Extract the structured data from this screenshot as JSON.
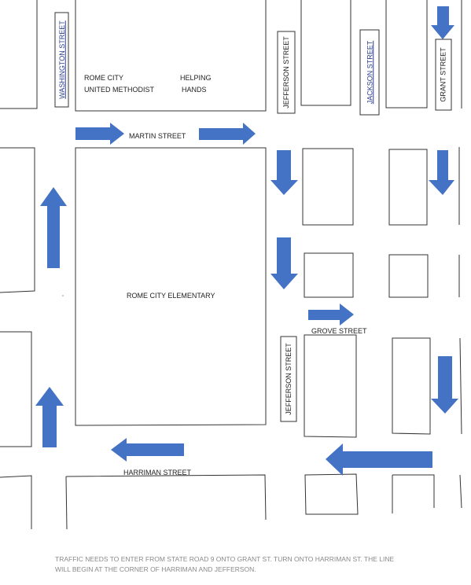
{
  "map": {
    "streets": {
      "washington": "WASHINGTON  STREET",
      "jefferson_north": "JEFFERSON  STREET",
      "jackson": "JACKSON STREET",
      "grant": "GRANT  STREET",
      "martin": "MARTIN STREET",
      "grove": "GROVE STREET",
      "jefferson_south": "JEFFERSON  STREET",
      "harriman": "HARRIMAN STREET"
    },
    "buildings": {
      "church_line1": "ROME CITY",
      "church_line2": "UNITED METHODIST",
      "helping_line1": "HELPING",
      "helping_line2": "HANDS",
      "school": "ROME CITY ELEMENTARY"
    },
    "arrow_color": "#4472c4",
    "note_line1": "TRAFFIC NEEDS TO ENTER FROM STATE ROAD 9 ONTO GRANT ST.  TURN ONTO HARRIMAN ST.  THE LINE",
    "note_line2": "WILL BEGIN AT THE CORNER OF HARRIMAN AND JEFFERSON."
  }
}
